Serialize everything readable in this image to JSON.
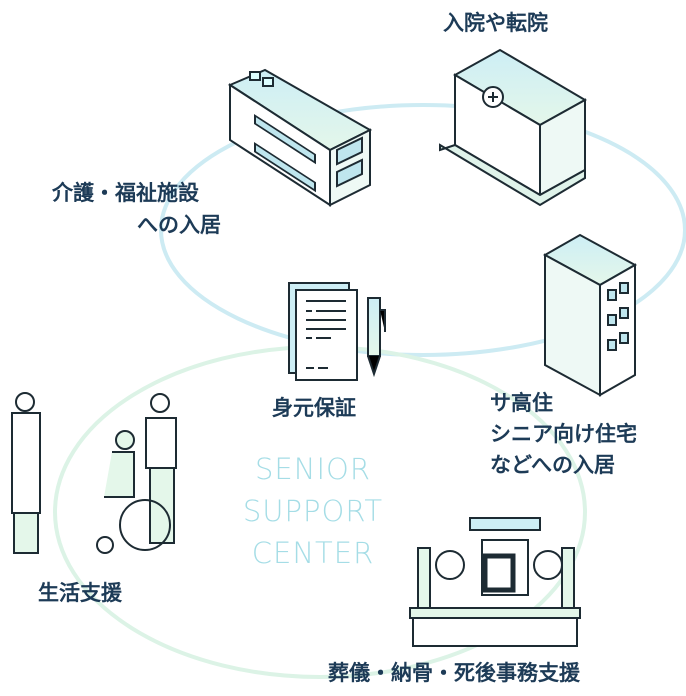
{
  "center": {
    "title": "身元保証",
    "brand_lines": [
      "SENIOR",
      "SUPPORT",
      "CENTER"
    ]
  },
  "services": [
    {
      "label_lines": [
        "入院や転院"
      ]
    },
    {
      "label_lines": [
        "介護・福祉施設",
        "への入居"
      ]
    },
    {
      "label_lines": [
        "サ高住",
        "シニア向け住宅",
        "などへの入居"
      ]
    },
    {
      "label_lines": [
        "生活支援"
      ]
    },
    {
      "label_lines": [
        "葬儀・納骨・死後事務支援"
      ]
    }
  ],
  "colors": {
    "text": "#1d3b57",
    "ring_upper": "#cdebf3",
    "ring_lower": "#dcf3e6",
    "brand": "#a5dde6",
    "line": "#1d2b33"
  }
}
